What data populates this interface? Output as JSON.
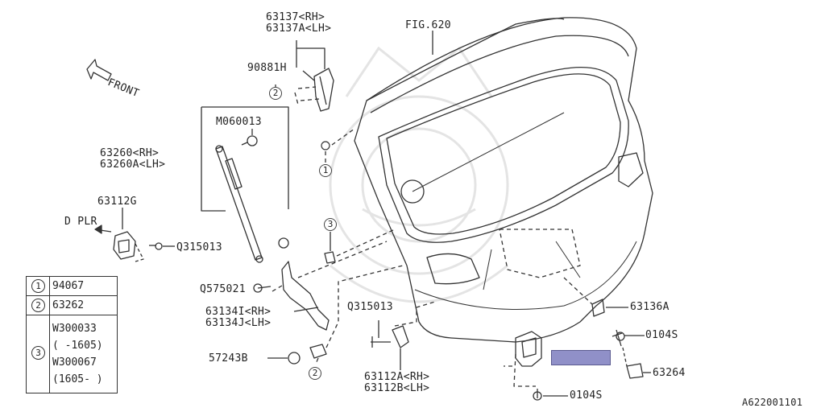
{
  "labels": {
    "fig_ref": "FIG.620",
    "front": "FRONT",
    "p63137": "63137<RH>\n63137A<LH>",
    "p90881h": "90881H",
    "pm060013": "M060013",
    "p63260": "63260<RH>\n63260A<LH>",
    "p63112g": "63112G",
    "dplr": "D PLR",
    "q315013_left": "Q315013",
    "q575021": "Q575021",
    "p63134": "63134I<RH>\n63134J<LH>",
    "p57243b": "57243B",
    "q315013_mid": "Q315013",
    "p63112a": "63112A<RH>\n63112B<LH>",
    "p63136a": "63136A",
    "p0104s_top": "0104S",
    "p63264": "63264",
    "p0104s_bottom": "0104S",
    "diagram_id": "A622001101"
  },
  "markers": {
    "m1": "1",
    "m2_top": "2",
    "m3": "3",
    "m2_bottom": "2"
  },
  "legend": [
    {
      "num": "1",
      "value": "94067"
    },
    {
      "num": "2",
      "value": "63262"
    },
    {
      "num": "3",
      "value": "W300033\n( -1605)\nW300067\n(1605- )"
    }
  ],
  "colors": {
    "highlight": "#9090c8",
    "line": "#333333",
    "watermark": "#e6e6e6"
  }
}
